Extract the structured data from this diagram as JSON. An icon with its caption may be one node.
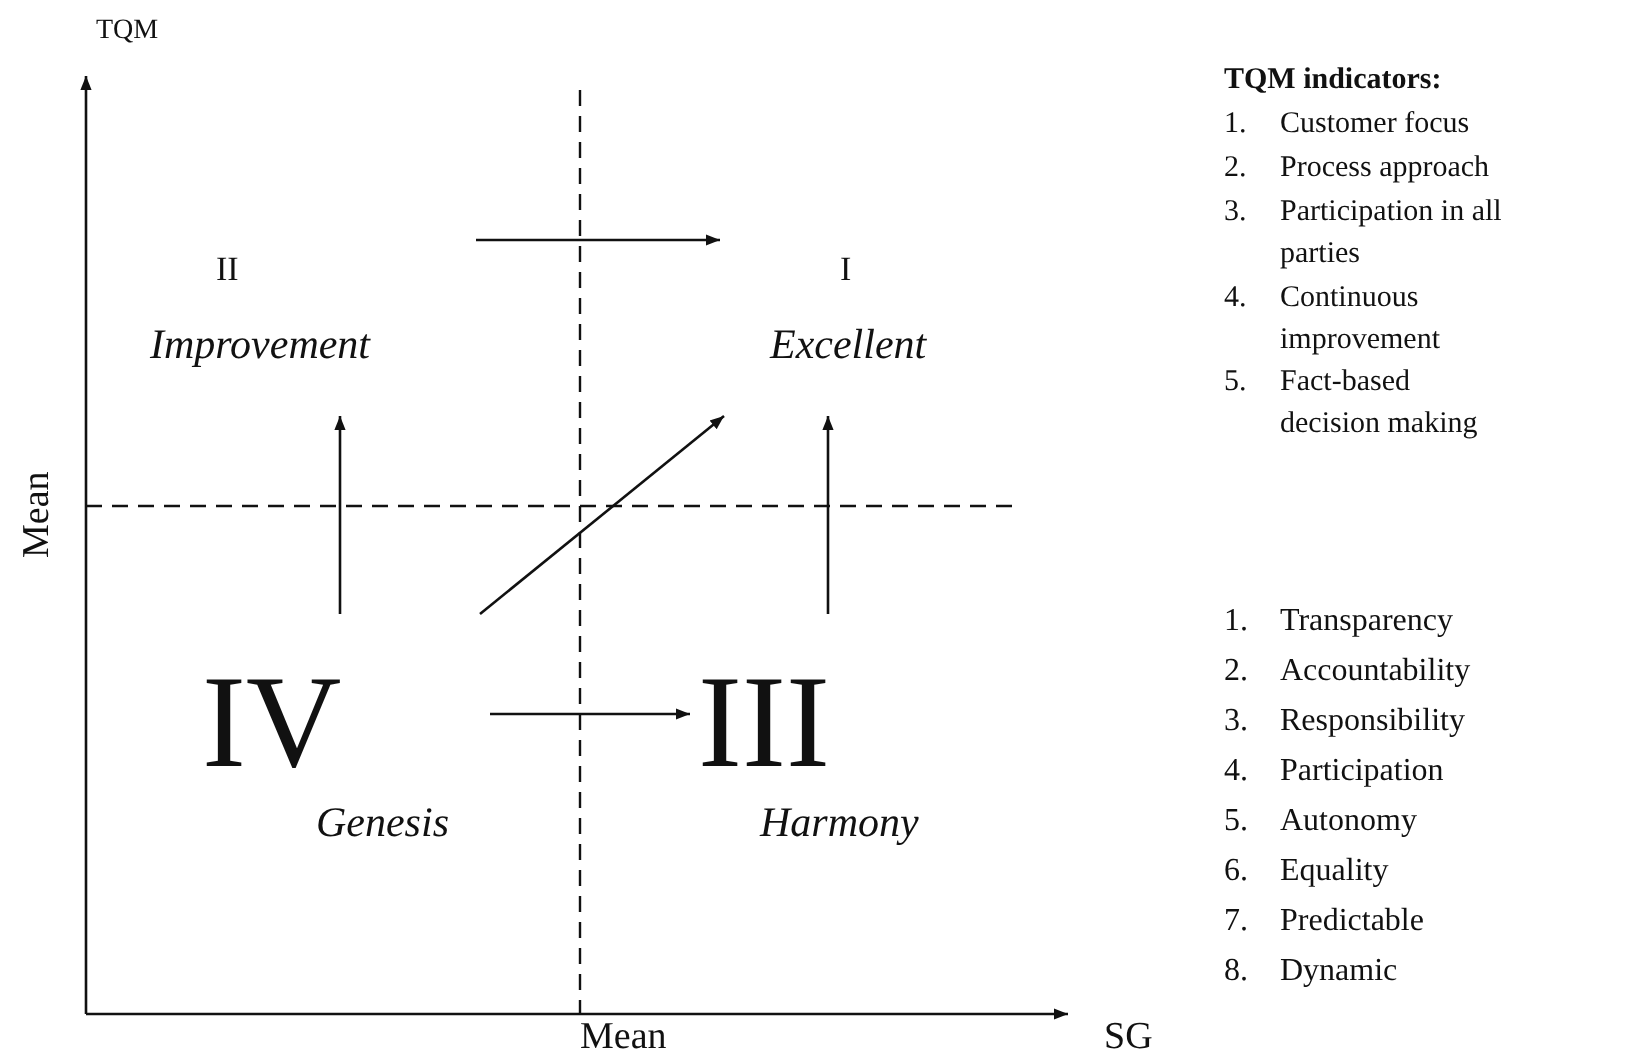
{
  "diagram": {
    "nodes": [
      {
        "text": [
          "II",
          "Improvement"
        ]
      },
      {
        "text": [
          "I",
          "Excellent"
        ]
      },
      {
        "text": [
          "IV",
          "Genesis"
        ]
      },
      {
        "text": [
          "III",
          "Harmony"
        ]
      }
    ],
    "edges": [
      {
        "from": 0,
        "to": 1,
        "arrow": "to"
      },
      {
        "from": 2,
        "to": 0,
        "arrow": "to"
      },
      {
        "from": 2,
        "to": 1,
        "arrow": "to"
      },
      {
        "from": 2,
        "to": 3,
        "arrow": "to"
      },
      {
        "from": 3,
        "to": 1,
        "arrow": "to"
      }
    ],
    "labels": [
      "TQM",
      "TQM indicators:",
      "1.",
      "Customer focus",
      "2.",
      "Process approach",
      "3.",
      "Participation in all parties",
      "4.",
      "Continuous improvement",
      "5.",
      "Fact-based decision making",
      "Mean",
      "1.",
      "Transparency",
      "2.",
      "Accountability",
      "3.",
      "Responsibility",
      "4.",
      "Participation",
      "5.",
      "Autonomy",
      "6.",
      "Equality",
      "7.",
      "Predictable",
      "8.",
      "Dynamic",
      "Mean",
      "SG"
    ]
  }
}
